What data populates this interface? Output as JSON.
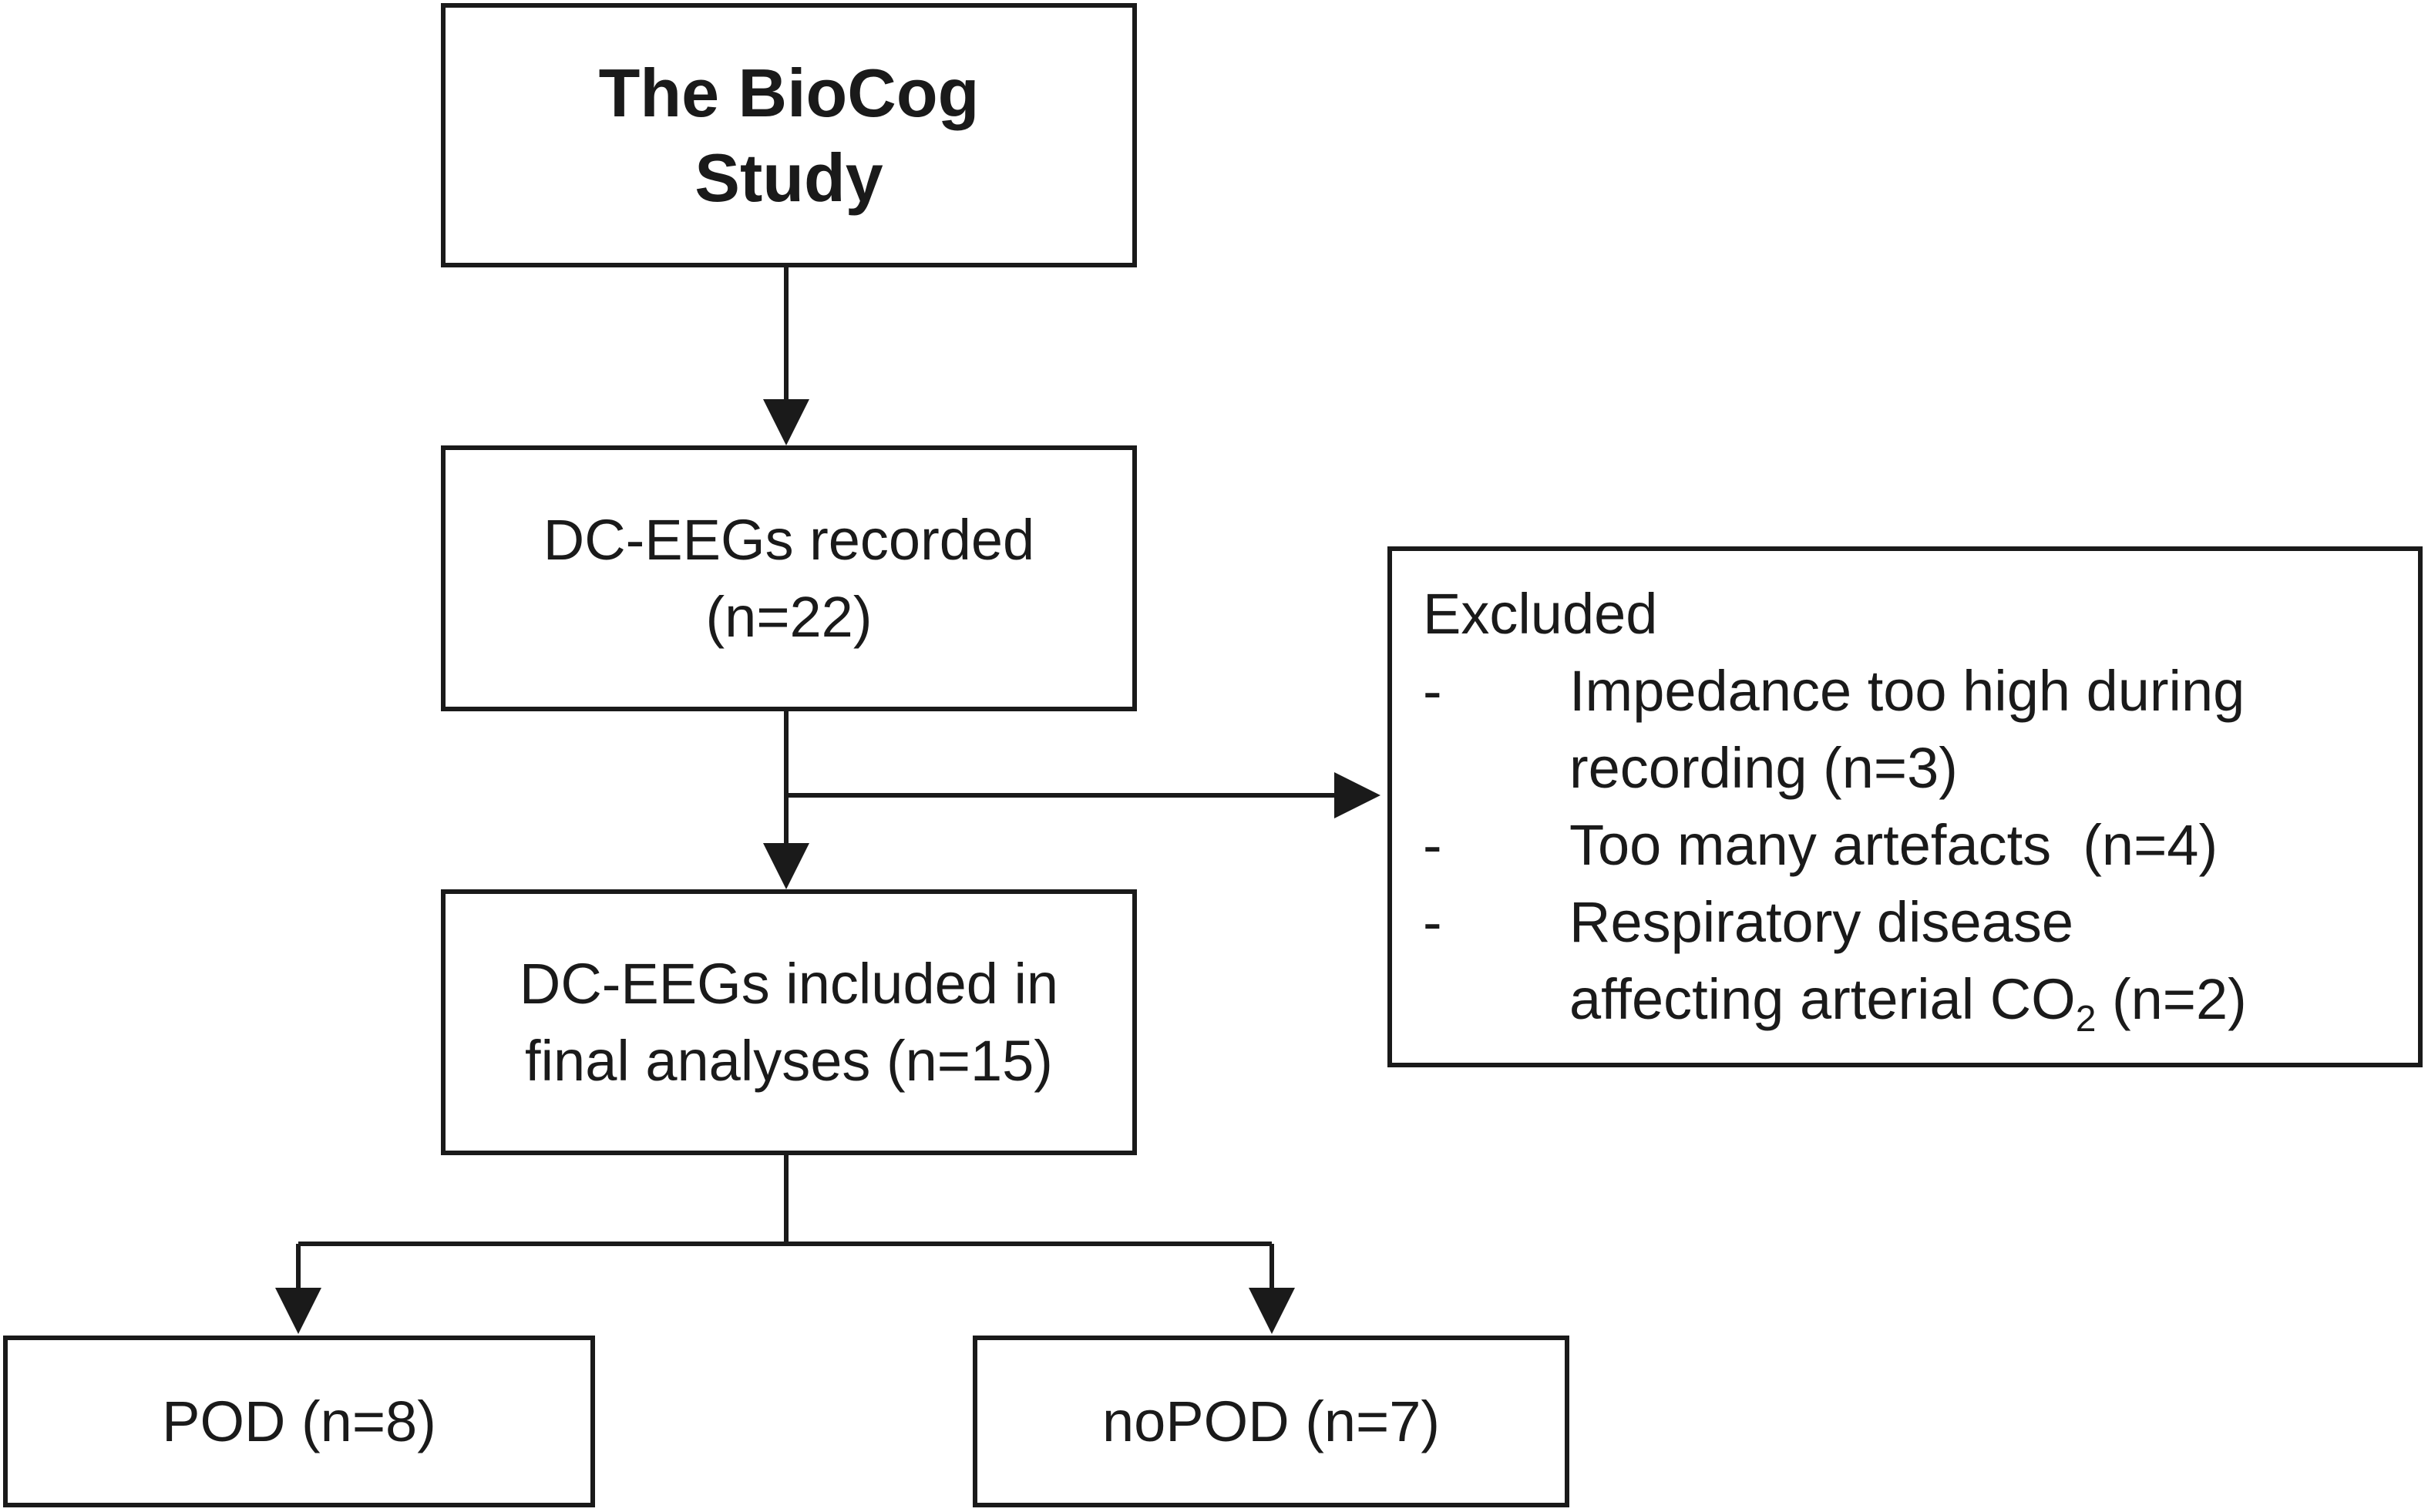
{
  "study": {
    "line1": "The BioCog",
    "line2": "Study"
  },
  "recorded": {
    "line1": "DC-EEGs recorded",
    "line2": "(n=22)"
  },
  "included": {
    "line1": "DC-EEGs included in",
    "line2": "final analyses (n=15)"
  },
  "excluded": {
    "title": "Excluded",
    "items": [
      {
        "dash": "-",
        "line1": "Impedance too high during",
        "line2": "recording (n=3)"
      },
      {
        "dash": "-",
        "line1": "Too many artefacts  (n=4)"
      },
      {
        "dash": "-",
        "line1": "Respiratory disease",
        "line2_prefix": "affecting arterial CO",
        "line2_sub": "2",
        "line2_suffix": " (n=2)"
      }
    ]
  },
  "pod": {
    "label": "POD (n=8)"
  },
  "nopod": {
    "label": "noPOD (n=7)"
  }
}
